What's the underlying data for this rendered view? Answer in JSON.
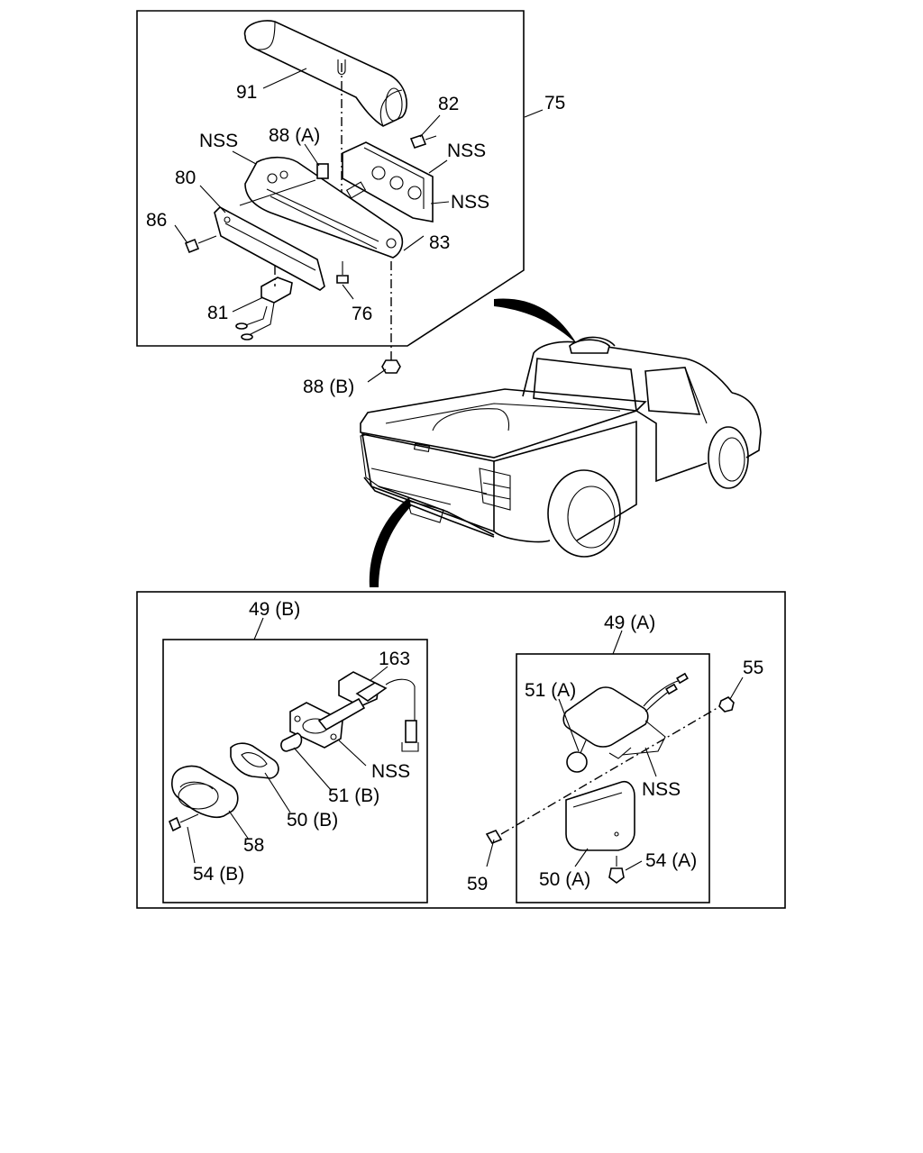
{
  "labels": {
    "p75": "75",
    "p91": "91",
    "p82": "82",
    "p88a": "88 (A)",
    "nss_top_left": "NSS",
    "nss_top_right1": "NSS",
    "nss_top_right2": "NSS",
    "p80": "80",
    "p86": "86",
    "p83": "83",
    "p81": "81",
    "p76": "76",
    "p88b": "88 (B)",
    "p49b": "49 (B)",
    "p163": "163",
    "nss_49b": "NSS",
    "p51b": "51 (B)",
    "p50b": "50 (B)",
    "p58": "58",
    "p54b": "54 (B)",
    "p49a": "49 (A)",
    "p55": "55",
    "p51a": "51 (A)",
    "nss_49a": "NSS",
    "p59": "59",
    "p50a": "50 (A)",
    "p54a": "54 (A)"
  }
}
